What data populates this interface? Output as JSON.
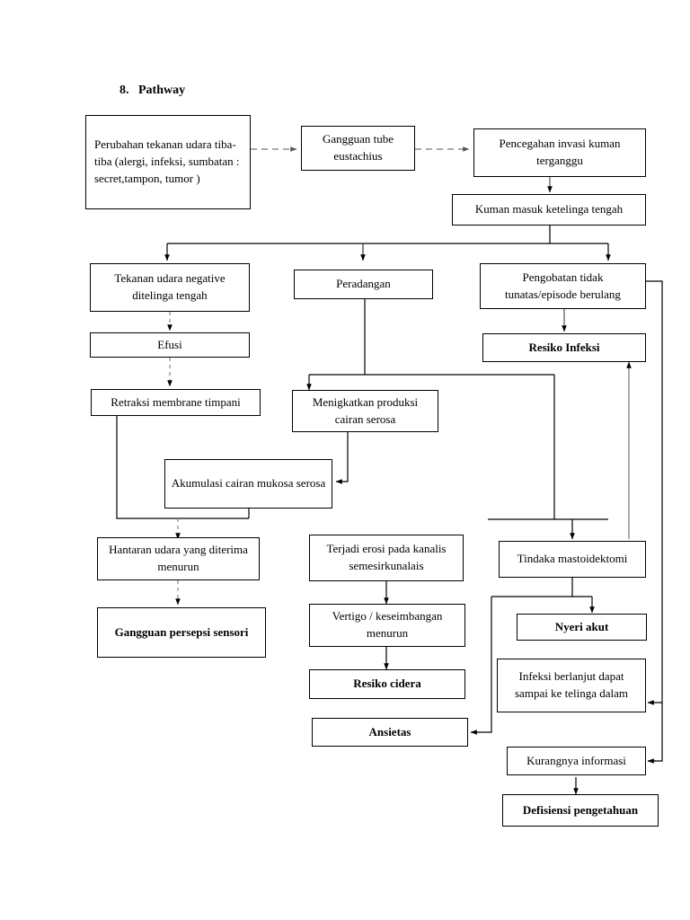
{
  "page": {
    "heading_number": "8.",
    "heading_title": "Pathway",
    "background_color": "#ffffff",
    "line_color": "#000000"
  },
  "nodes": [
    {
      "id": "perubahan",
      "label": "Perubahan tekanan udara tiba-tiba (alergi, infeksi, sumbatan : secret,tampon, tumor )",
      "bold": false
    },
    {
      "id": "gangguan_tube",
      "label": "Gangguan tube eustachius",
      "bold": false
    },
    {
      "id": "pencegahan",
      "label": "Pencegahan invasi kuman terganggu",
      "bold": false
    },
    {
      "id": "kuman_masuk",
      "label": "Kuman masuk ketelinga tengah",
      "bold": false
    },
    {
      "id": "tekanan_neg",
      "label": "Tekanan udara negative ditelinga tengah",
      "bold": false
    },
    {
      "id": "peradangan",
      "label": "Peradangan",
      "bold": false
    },
    {
      "id": "pengobatan",
      "label": "Pengobatan tidak tunatas/episode berulang",
      "bold": false
    },
    {
      "id": "efusi",
      "label": "Efusi",
      "bold": false
    },
    {
      "id": "resiko_infeksi",
      "label": "Resiko Infeksi",
      "bold": true
    },
    {
      "id": "retraksi",
      "label": "Retraksi membrane timpani",
      "bold": false
    },
    {
      "id": "menigkatkan",
      "label": "Menigkatkan produksi cairan serosa",
      "bold": false
    },
    {
      "id": "akumulasi",
      "label": "Akumulasi cairan mukosa serosa",
      "bold": false
    },
    {
      "id": "hantaran",
      "label": "Hantaran udara yang diterima menurun",
      "bold": false
    },
    {
      "id": "erosi",
      "label": "Terjadi erosi pada kanalis semesirkunalais",
      "bold": false
    },
    {
      "id": "mastoidektomi",
      "label": "Tindaka mastoidektomi",
      "bold": false
    },
    {
      "id": "gangguan_persepsi",
      "label": "Gangguan persepsi sensori",
      "bold": true
    },
    {
      "id": "vertigo",
      "label": "Vertigo / keseimbangan menurun",
      "bold": false
    },
    {
      "id": "nyeri_akut",
      "label": "Nyeri akut",
      "bold": true
    },
    {
      "id": "resiko_cidera",
      "label": "Resiko cidera",
      "bold": true
    },
    {
      "id": "infeksi_berlanjut",
      "label": "Infeksi berlanjut dapat sampai ke telinga dalam",
      "bold": false
    },
    {
      "id": "ansietas",
      "label": "Ansietas",
      "bold": true
    },
    {
      "id": "kurangnya_info",
      "label": "Kurangnya informasi",
      "bold": false
    },
    {
      "id": "defisiensi",
      "label": "Defisiensi pengetahuan",
      "bold": true
    }
  ]
}
